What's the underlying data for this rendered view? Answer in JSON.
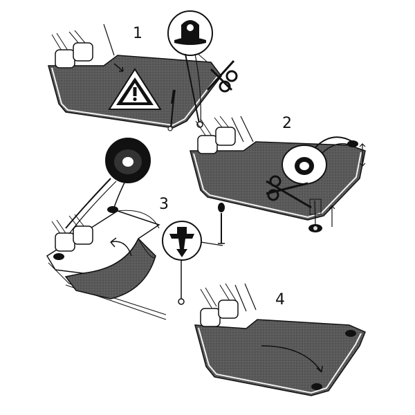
{
  "steps": [
    {
      "number": "1"
    },
    {
      "number": "2"
    },
    {
      "number": "3"
    },
    {
      "number": "4"
    }
  ],
  "colors": {
    "ink": "#111111",
    "mat_fill": "#5a5a5a",
    "mat_edge": "#f2f2f2",
    "warning_fill": "#ffffff",
    "background": "#ffffff"
  },
  "icons": [
    "warning-triangle-icon",
    "scissors-icon",
    "adhesive-tape-roll-icon",
    "push-rivet-icon",
    "awl-icon"
  ]
}
